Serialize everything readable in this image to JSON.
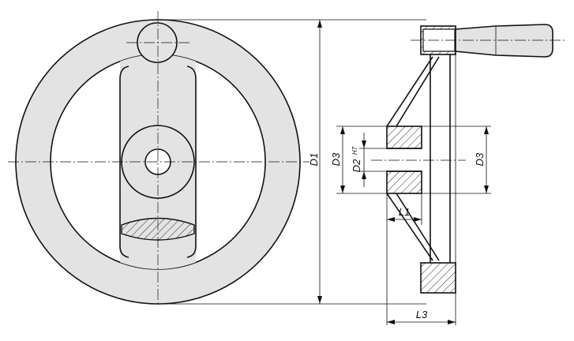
{
  "drawing": {
    "labels": {
      "d1": "D1",
      "d3_left": "D3",
      "d2": "D2",
      "d2_tolerance": "H7",
      "d3_right": "D3",
      "l1": "L1",
      "l3": "L3"
    }
  }
}
